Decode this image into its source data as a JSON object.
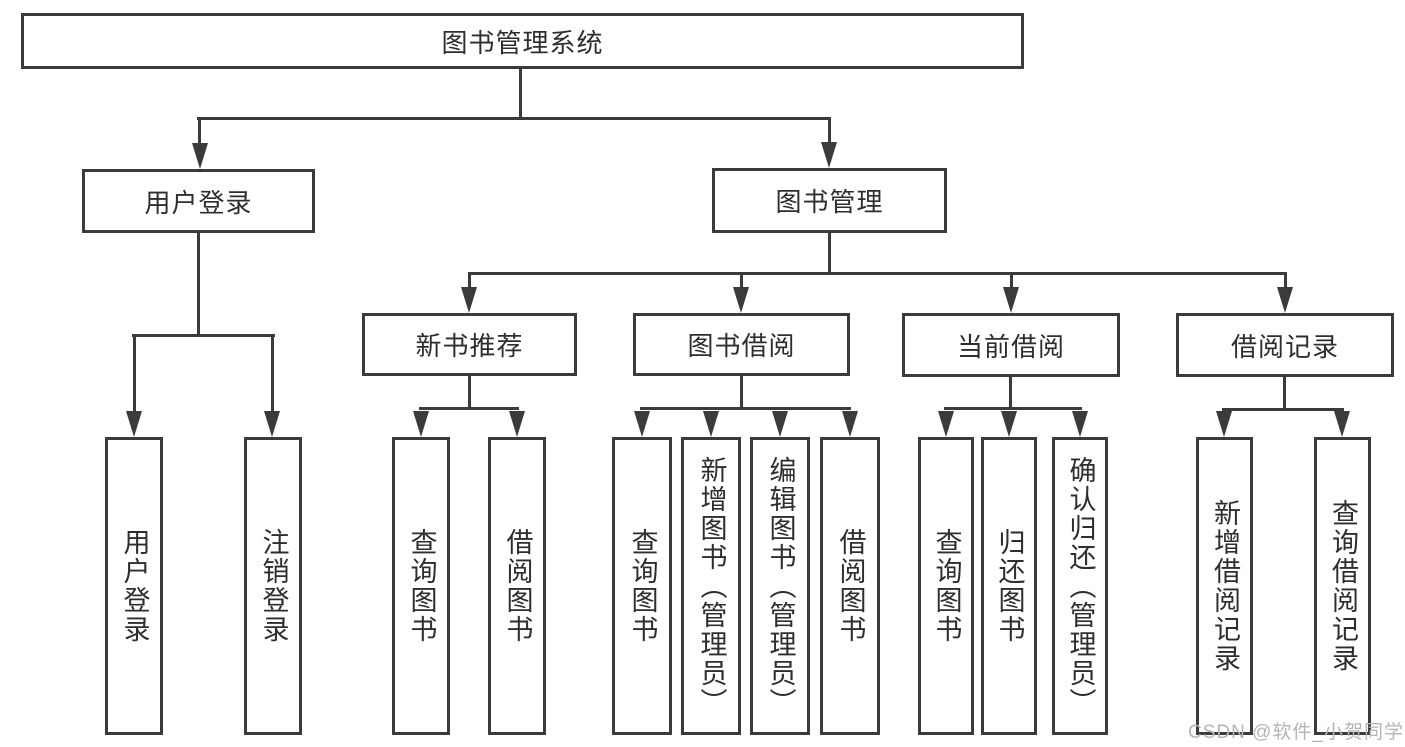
{
  "diagram": {
    "type": "hierarchy-tree",
    "root": {
      "label": "图书管理系统",
      "children": [
        {
          "label": "用户登录",
          "children": [
            {
              "label": "用户登录"
            },
            {
              "label": "注销登录"
            }
          ]
        },
        {
          "label": "图书管理",
          "children": [
            {
              "label": "新书推荐",
              "children": [
                {
                  "label": "查询图书"
                },
                {
                  "label": "借阅图书"
                }
              ]
            },
            {
              "label": "图书借阅",
              "children": [
                {
                  "label": "查询图书"
                },
                {
                  "label": "新增图书（管理员）"
                },
                {
                  "label": "编辑图书（管理员）"
                },
                {
                  "label": "借阅图书"
                }
              ]
            },
            {
              "label": "当前借阅",
              "children": [
                {
                  "label": "查询图书"
                },
                {
                  "label": "归还图书"
                },
                {
                  "label": "确认归还（管理员）"
                }
              ]
            },
            {
              "label": "借阅记录",
              "children": [
                {
                  "label": "新增借阅记录"
                },
                {
                  "label": "查询借阅记录"
                }
              ]
            }
          ]
        }
      ]
    },
    "colors": {
      "line": "#3b3b3b",
      "box_border": "#3b3b3b",
      "text": "#2e2e2e",
      "background": "#ffffff",
      "watermark": "#b5b5b5"
    }
  },
  "watermark": {
    "text": "CSDN @软件_小贺同学"
  }
}
